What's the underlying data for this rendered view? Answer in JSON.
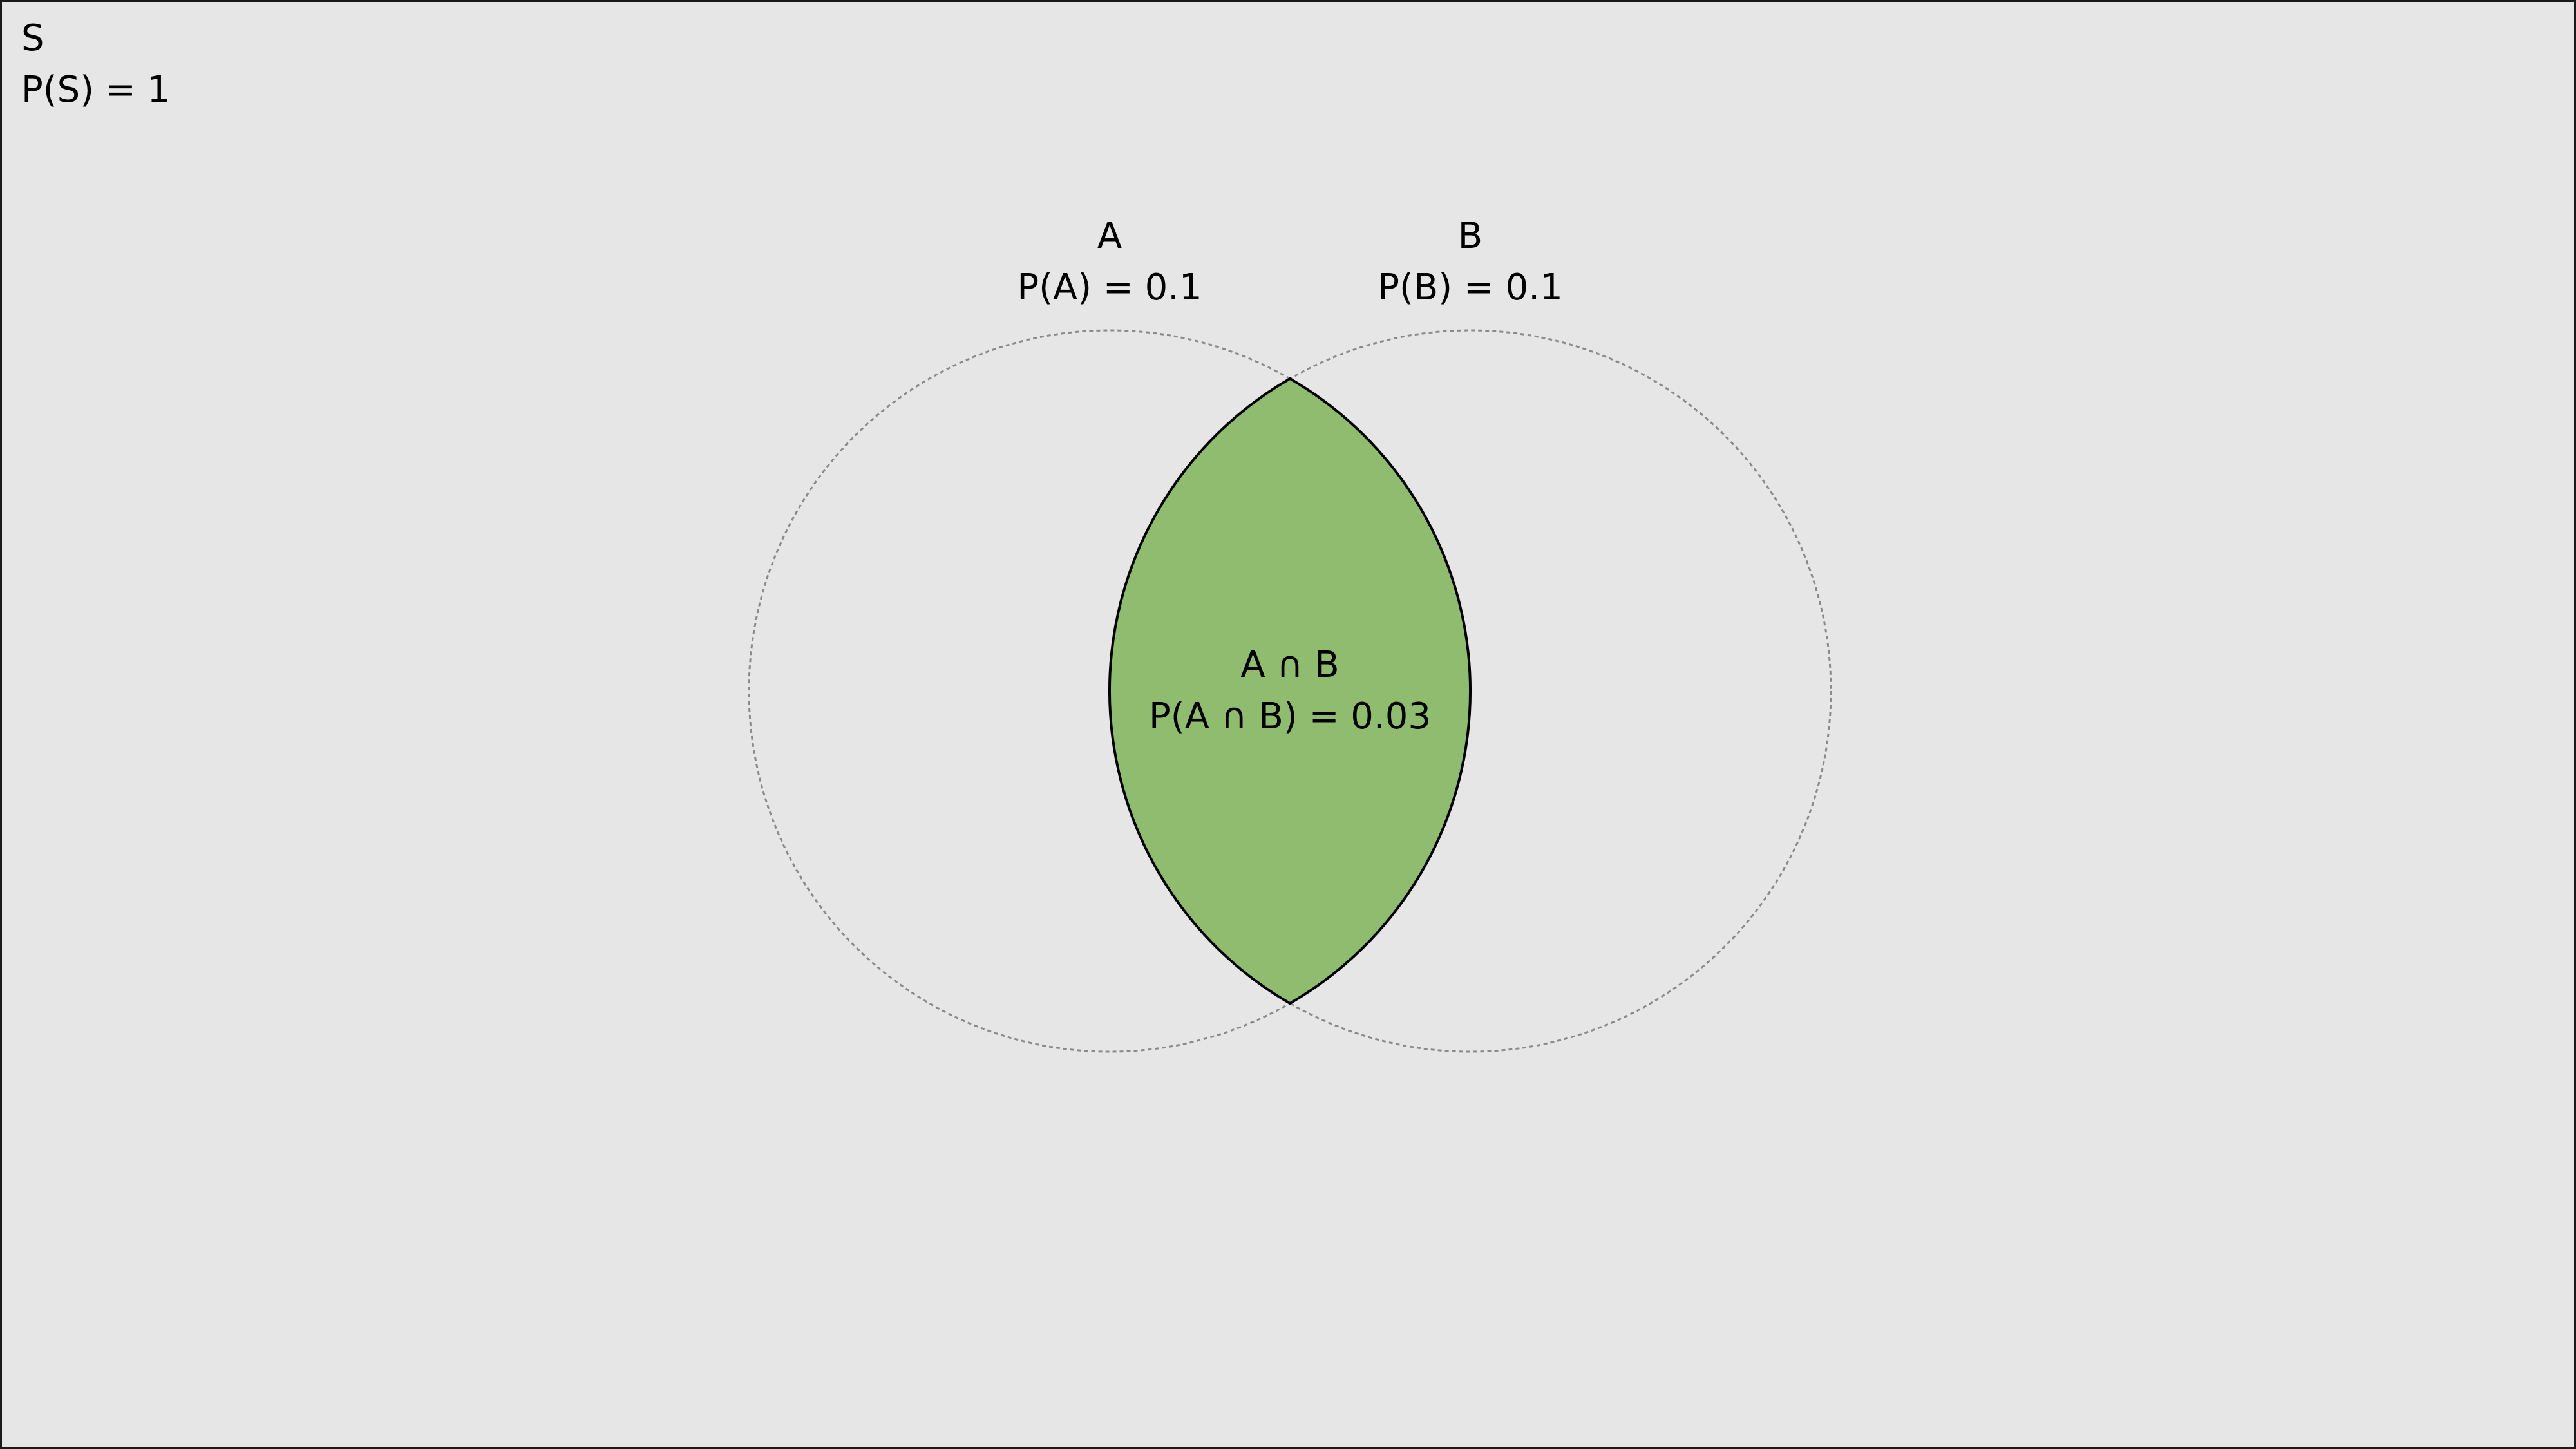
{
  "universe": {
    "name": "S",
    "probability": "P(S) = 1"
  },
  "set_a": {
    "name": "A",
    "probability": "P(A) = 0.1"
  },
  "set_b": {
    "name": "B",
    "probability": "P(B) = 0.1"
  },
  "intersection": {
    "name": "A ∩ B",
    "probability": "P(A ∩ B) = 0.03"
  },
  "colors": {
    "background": "#e6e6e6",
    "intersection_fill": "#8fbc6e",
    "circle_outline": "#8a8a8a",
    "intersection_outline": "#000000",
    "border": "#1a1a1a"
  }
}
